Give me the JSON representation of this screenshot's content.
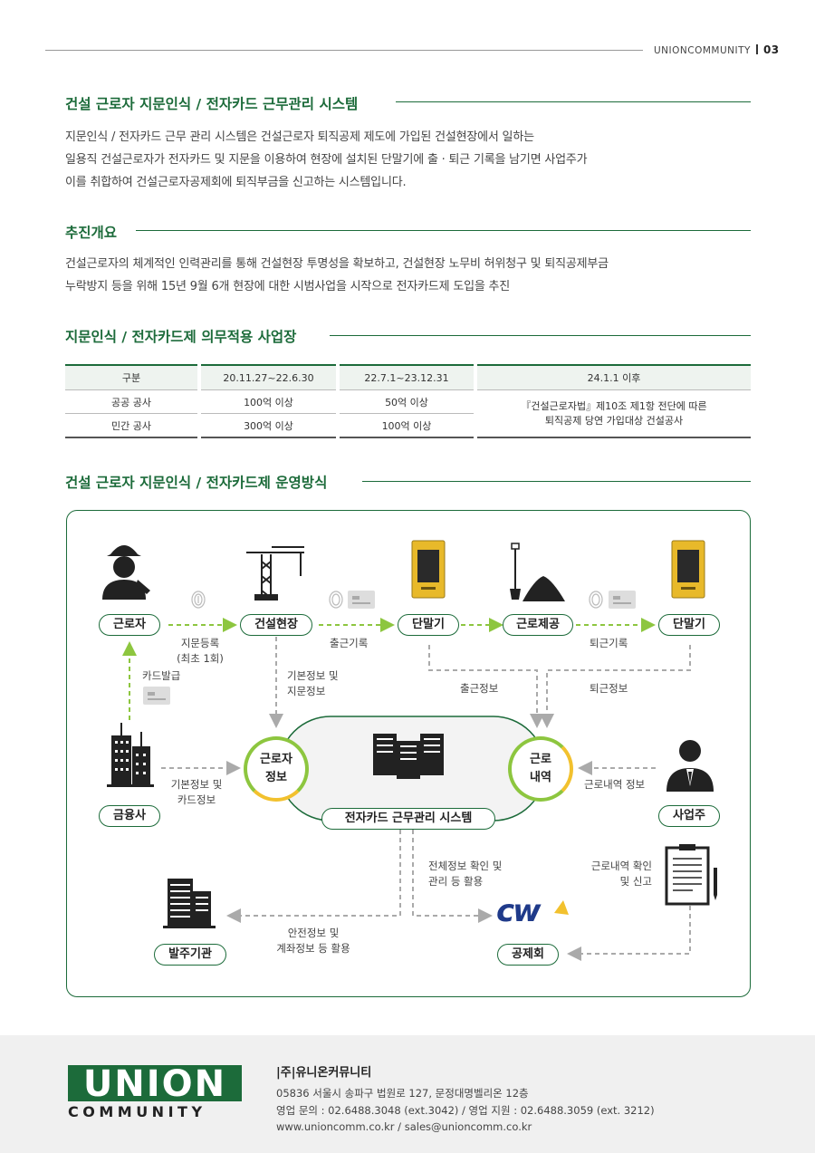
{
  "header": {
    "brand": "UNIONCOMMUNITY",
    "page": "03"
  },
  "sec1": {
    "title": "건설 근로자 지문인식 / 전자카드 근무관리 시스템",
    "lines": [
      "지문인식 / 전자카드 근무 관리 시스템은 건설근로자 퇴직공제 제도에 가입된 건설현장에서 일하는",
      "일용직 건설근로자가 전자카드 및 지문을 이용하여 현장에 설치된 단말기에 출 · 퇴근 기록을 남기면 사업주가",
      "이를 취합하여 건설근로자공제회에 퇴직부금을 신고하는 시스템입니다."
    ]
  },
  "sec2": {
    "title": "추진개요",
    "lines": [
      "건설근로자의 체계적인 인력관리를 통해 건설현장 투명성을 확보하고, 건설현장 노무비 허위청구 및 퇴직공제부금",
      "누락방지 등을 위해 15년 9월 6개 현장에 대한 시범사업을 시작으로 전자카드제 도입을 추진"
    ]
  },
  "sec3": {
    "title": "지문인식 / 전자카드제 의무적용 사업장",
    "table": {
      "headers": [
        "구분",
        "20.11.27~22.6.30",
        "22.7.1~23.12.31",
        "24.1.1 이후"
      ],
      "rows": [
        [
          "공공 공사",
          "100억 이상",
          "50억 이상"
        ],
        [
          "민간 공사",
          "300억 이상",
          "100억 이상"
        ]
      ],
      "merged_line1": "『건설근로자법』제10조 제1항 전단에 따른",
      "merged_line2": "퇴직공제 당연 가입대상 건설공사"
    }
  },
  "sec4": {
    "title": "건설 근로자 지문인식 / 전자카드제 운영방식",
    "nodes": {
      "worker": "근로자",
      "site": "건설현장",
      "terminal1": "단말기",
      "labor": "근로제공",
      "terminal2": "단말기",
      "bank": "금융사",
      "employer": "사업주",
      "orderer": "발주기관",
      "cw": "공제회",
      "system": "전자카드 근무관리 시스템",
      "worker_info_1": "근로자",
      "worker_info_2": "정보",
      "work_hist_1": "근로",
      "work_hist_2": "내역"
    },
    "labels": {
      "fp_reg": "지문등록",
      "fp_reg2": "(최초 1회)",
      "card_issue": "카드발급",
      "checkin_rec": "출근기록",
      "checkout_rec": "퇴근기록",
      "basic_fp_1": "기본정보 및",
      "basic_fp_2": "지문정보",
      "checkin_info": "출근정보",
      "checkout_info": "퇴근정보",
      "basic_card_1": "기본정보 및",
      "basic_card_2": "카드정보",
      "work_hist_info": "근로내역 정보",
      "full_info_1": "전체정보 확인 및",
      "full_info_2": "관리 등 활용",
      "report_1": "근로내역 확인",
      "report_2": "및 신고",
      "safety_1": "안전정보 및",
      "safety_2": "계좌정보 등 활용",
      "cw_logo": "cw"
    },
    "colors": {
      "green": "#1c6b3a",
      "lime": "#8dc63f",
      "yellow": "#f2c12e",
      "navy": "#1f3a8a"
    }
  },
  "footer": {
    "company": "|주|유니온커뮤니티",
    "address": "05836 서울시 송파구 법원로 127, 문정대명벨리온 12층",
    "contact": "영업 문의 : 02.6488.3048 (ext.3042) / 영업 지원 : 02.6488.3059 (ext. 3212)",
    "web": "www.unioncomm.co.kr / sales@unioncomm.co.kr",
    "logo_top": "UNION",
    "logo_bottom": "COMMUNITY"
  }
}
